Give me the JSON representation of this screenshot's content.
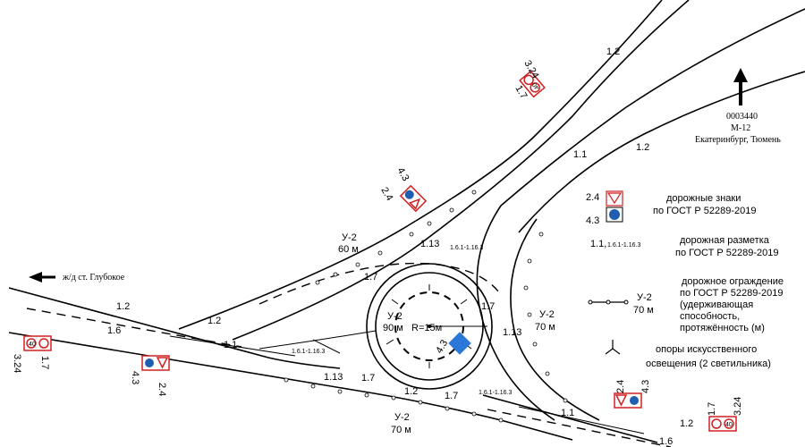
{
  "direction_north": {
    "code": "0003440",
    "road": "М-12",
    "destination": "Екатеринбург, Тюмень"
  },
  "direction_west": {
    "label": "ж/д ст. Глубокое"
  },
  "legend": {
    "signs_codes": [
      "2.4",
      "4.3"
    ],
    "signs_text": [
      "дорожные знаки",
      "по ГОСТ Р 52289-2019"
    ],
    "marking_code": "1.1,",
    "marking_code_small": "1.6.1-1.16.3",
    "marking_text": [
      "дорожная разметка",
      "по ГОСТ Р 52289-2019"
    ],
    "barrier_code": "У-2",
    "barrier_length": "70 м",
    "barrier_text": [
      "дорожное  ограждение",
      "по ГОСТ Р 52289-2019",
      "(удерживающая",
      "способность,",
      "протяжённость (м)"
    ],
    "lighting_text": [
      "опоры искусственного",
      "освещения (2 светильника)"
    ]
  },
  "marking_labels": {
    "m12_top": "1.2",
    "m11_north": "1.1",
    "m12_north": "1.2",
    "m12_left": "1.2",
    "m12_mid_left": "1.2",
    "m16_left": "1.6",
    "m11_left": "1.1",
    "m113_top": "1.13",
    "m116_top": "1.6.1-1.16.3",
    "m17_upper": "1.7",
    "m17_right": "1.7",
    "m113_right": "1.13",
    "m116_left": "1.6.1-1.16.3",
    "m113_bottom": "1.13",
    "m17_bottom_left": "1.7",
    "m12_bottom": "1.2",
    "m17_bottom": "1.7",
    "m116_bottom": "1.6.1-1.16.3",
    "m11_bottom_right": "1.1",
    "m12_bottom_right": "1.2",
    "m16_bottom_right": "1.6"
  },
  "barrier_labels": {
    "upper_code": "У-2",
    "upper_len": "60 м",
    "ring_code": "У-2",
    "ring_len": "90 м",
    "right_code": "У-2",
    "right_len": "70 м",
    "bottom_code": "У-2",
    "bottom_len": "70 м"
  },
  "radius_label": "R=15м",
  "sign_labels": {
    "top_a": "1.7",
    "top_b": "3.24",
    "mid_a": "2.4",
    "mid_b": "4.3",
    "left_a": "3.24",
    "left_b": "1.7",
    "left2_a": "4.3",
    "left2_b": "2.4",
    "ring_sign": "4.3",
    "bot_a": "2.4",
    "bot_b": "4.3",
    "br_a": "1.7",
    "br_b": "3.24"
  },
  "speed_limit": "40",
  "colors": {
    "ink": "#000000",
    "sign_red": "#d22020",
    "sign_blue": "#1f5fb0",
    "sign_light_blue": "#2a78d8"
  }
}
